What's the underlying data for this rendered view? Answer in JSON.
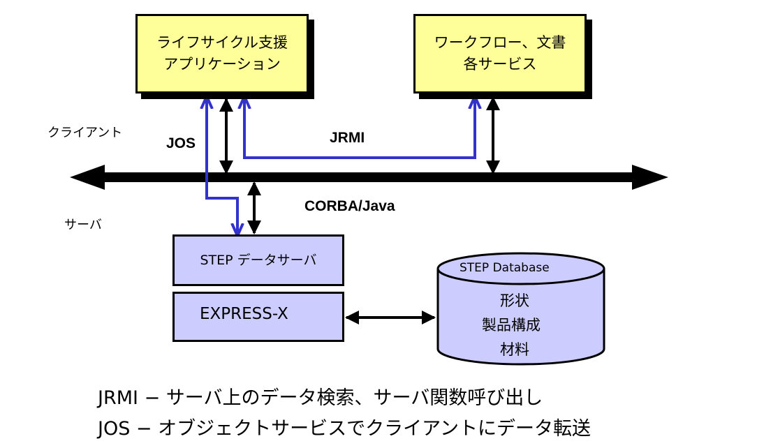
{
  "client_label": "クライアント",
  "server_label": "サーバ",
  "protocols": {
    "jos": "JOS",
    "jrmi": "JRMI",
    "corba_java": "CORBA/Java"
  },
  "lifecycle_app": {
    "line1": "ライフサイクル支援",
    "line2": "アプリケーション"
  },
  "workflow_services": {
    "line1": "ワークフロー、文書",
    "line2": "各サービス"
  },
  "step_server": {
    "title": "STEP データサーバ",
    "express": "EXPRESS-X"
  },
  "database": {
    "title": "STEP Database",
    "items": [
      "形状",
      "製品構成",
      "材料"
    ]
  },
  "notes": [
    "JRMI − サーバ上のデータ検索、サーバ関数呼び出し",
    "JOS − オブジェクトサービスでクライアントにデータ転送"
  ],
  "colors": {
    "yellow_box": "#ffff99",
    "server_box": "#ccccff",
    "blue_path": "#3333cc"
  }
}
